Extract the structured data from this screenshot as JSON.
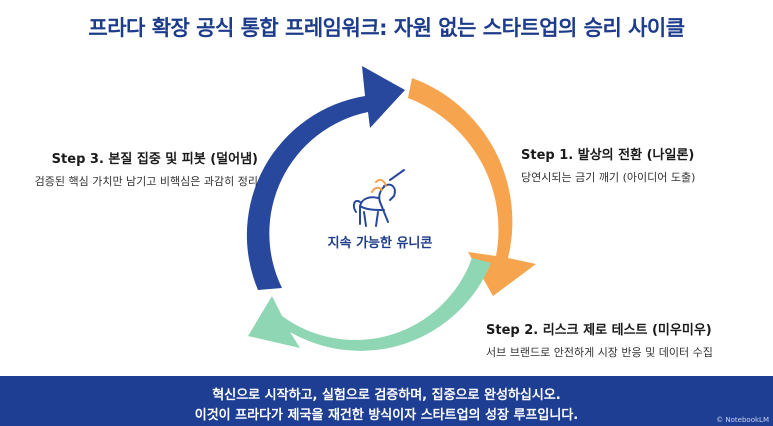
{
  "title": "프라다 확장 공식 통합 프레임워크: 자원 없는 스타트업의 승리 사이클",
  "center": {
    "label": "지속 가능한 유니콘",
    "icon": "unicorn-icon"
  },
  "steps": [
    {
      "name": "Step 1. 발상의 전환 (나일론)",
      "desc": "당연시되는 금기 깨기 (아이디어 도출)",
      "color": "#f7a44e"
    },
    {
      "name": "Step 2. 리스크 제로 테스트 (미우미우)",
      "desc": "서브 브랜드로 안전하게 시장 반응 및 데이터 수집",
      "color": "#8fd6b4"
    },
    {
      "name": "Step 3. 본질 집중 및 피봇 (덜어냄)",
      "desc": "검증된 핵심 가치만 남기고 비핵심은 과감히 정리",
      "color": "#27489c"
    }
  ],
  "footer": {
    "line1": "혁신으로 시작하고, 실험으로 검증하며, 집중으로 완성하십시오.",
    "line2": "이것이 프라다가 제국을 재건한 방식이자 스타트업의 성장 루프입니다.",
    "watermark": "© NotebookLM"
  }
}
